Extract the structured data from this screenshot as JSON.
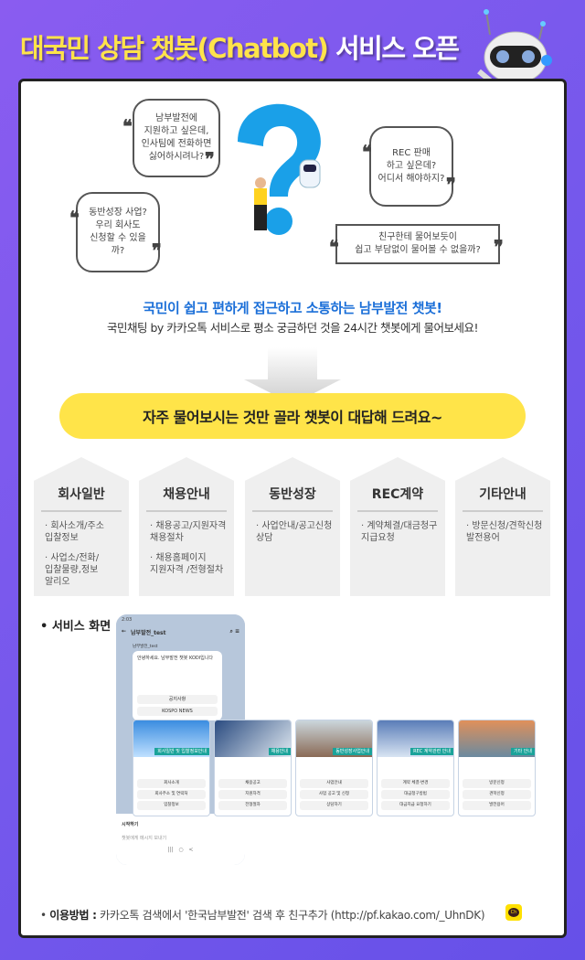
{
  "title": {
    "part1": "대국민 상담 챗봇(Chatbot)",
    "part2": " 서비스 오픈"
  },
  "bubbles": [
    "남부발전에\n지원하고 싶은데,\n인사팀에 전화하면\n싫어하시려나?",
    "동반성장 사업?\n우리 회사도\n신청할 수 있을까?",
    "REC 판매\n하고 싶은데?\n어디서 해야하지?",
    "친구한테 물어보듯이\n쉽고 부담없이 물어볼 수 없을까?"
  ],
  "lead": {
    "headline": "국민이 쉽고 편하게 접근하고 소통하는 남부발전 챗봇!",
    "sub": "국민채팅 by 카카오톡 서비스로 평소 궁금하던 것을 24시간 챗봇에게 물어보세요!"
  },
  "banner": "자주 물어보시는 것만 골라 챗봇이 대답해 드려요~",
  "categories": [
    {
      "title": "회사일반",
      "items": [
        "회사소개/주소\n입찰정보",
        "사업소/전화/\n입찰물량,정보\n알리오"
      ]
    },
    {
      "title": "채용안내",
      "items": [
        "채용공고/지원자격\n채용절차",
        "채용홈페이지\n지원자격 /전형절차"
      ]
    },
    {
      "title": "동반성장",
      "items": [
        "사업안내/공고신청\n상담"
      ]
    },
    {
      "title": "REC계약",
      "items": [
        "계약체결/대금청구\n지급요청"
      ]
    },
    {
      "title": "기타안내",
      "items": [
        "방문신청/견학신청\n발전용어"
      ]
    }
  ],
  "service_label": "서비스 화면",
  "phone": {
    "status_time": "2:03",
    "chat_title": "남부발전_test",
    "sender": "남부발전_test",
    "greeting": "안녕하세요. 남부발전 챗봇 KODI입니다",
    "buttons": [
      "공지사항",
      "KOSPO NEWS"
    ],
    "bottom_label": "시작하기",
    "input_placeholder": "챗봇에게 메시지 보내기",
    "cards": [
      {
        "label": "회사일반 및 입찰정보안내",
        "buttons": [
          "회사소개",
          "회사주소 및 연락처",
          "입찰정보"
        ]
      },
      {
        "label": "채용안내",
        "buttons": [
          "채용공고",
          "지원자격",
          "전형절차"
        ]
      },
      {
        "label": "동반성장사업안내",
        "buttons": [
          "사업안내",
          "사업 공고 및 신청",
          "상담하기"
        ]
      },
      {
        "label": "REC 계약관련 안내",
        "buttons": [
          "계약 체결·변경",
          "대금청구방법",
          "대금지급 요청하기"
        ]
      },
      {
        "label": "기타 안내",
        "buttons": [
          "방문신청",
          "견학신청",
          "발전용어"
        ]
      }
    ]
  },
  "howto": {
    "label": "이용방법 :",
    "text": " 카카오톡 검색에서 '한국남부발전' 검색 후 친구추가 (http://pf.kakao.com/_UhnDK)",
    "kakao_icon": "kakao-ch-icon"
  },
  "colors": {
    "background": "#7558ec",
    "title_yellow": "#ffe34a",
    "headline_blue": "#1b6fd8",
    "banner_yellow": "#ffe449",
    "question_blue": "#1aa0e8"
  }
}
